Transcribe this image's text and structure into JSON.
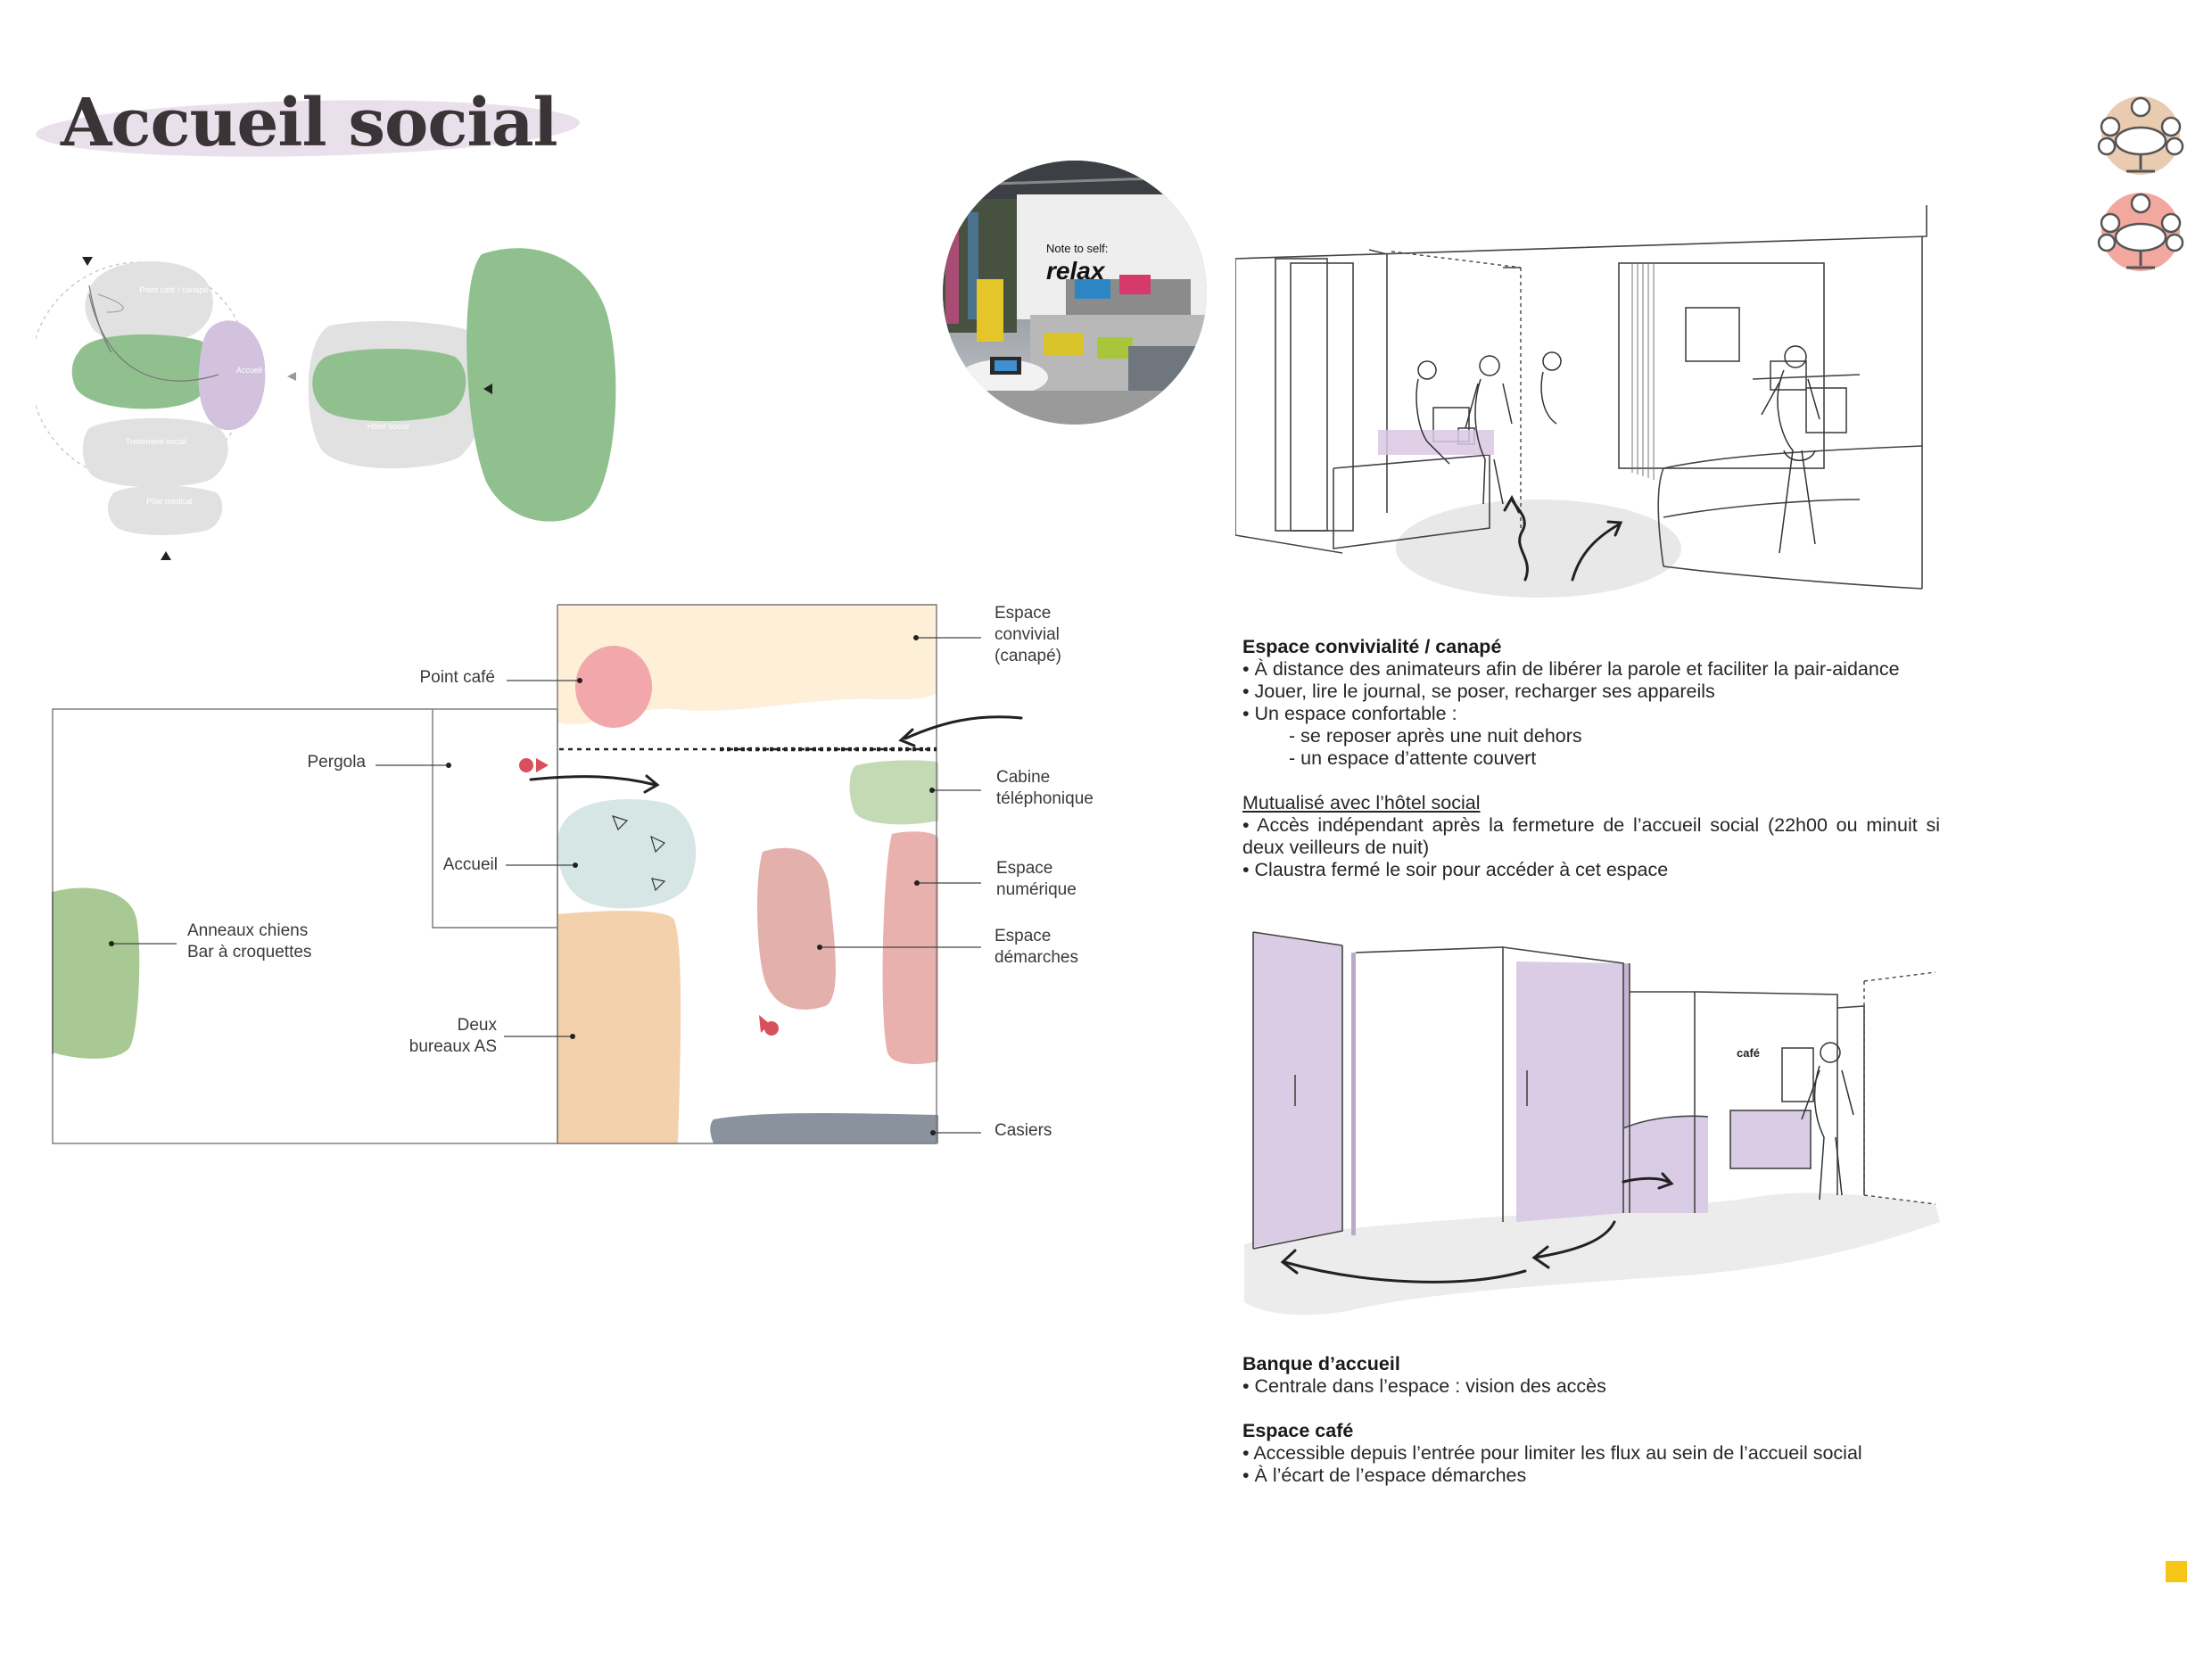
{
  "title": "Accueil social",
  "bubble_diagram": {
    "labels": [
      "Point café / canapé",
      "Accueil social",
      "Hôtel social",
      "Traitement social",
      "Pôle médical"
    ],
    "colors": {
      "green": "#8fc08e",
      "grey": "#e1e1e1",
      "purple": "#d2c2dd"
    }
  },
  "photo": {
    "wall_text_1": "Note to self:",
    "wall_text_2": "relax"
  },
  "plan": {
    "labels": {
      "point_cafe": "Point café",
      "pergola": "Pergola",
      "accueil": "Accueil",
      "anneaux": "Anneaux chiens\nBar à croquettes",
      "deux_bureaux": "Deux\nbureaux AS",
      "espace_convivial": "Espace\nconvivial\n(canapé)",
      "cabine": "Cabine\ntéléphonique",
      "espace_numerique": "Espace\nnumérique",
      "espace_demarches": "Espace\ndémarches",
      "casiers": "Casiers"
    },
    "zone_colors": {
      "convivial": "#fdefd8",
      "cafe": "#f2a7aa",
      "accueil": "#d5e6e4",
      "cabine": "#c3dab5",
      "numerique": "#e9b1ae",
      "demarches": "#e3b0ac",
      "bureaux": "#f3d1ac",
      "anneaux": "#a8c994",
      "casiers": "#8a929e",
      "marker": "#d9505c"
    }
  },
  "sketch_bottom": {
    "sign": "café"
  },
  "text_block_1": {
    "heading": "Espace convivialité / canapé",
    "bullets": [
      "• À distance des animateurs afin de libérer la parole et faciliter la pair-aidance",
      "• Jouer, lire le journal, se poser, recharger ses appareils",
      "• Un espace confortable :"
    ],
    "sub_bullets": [
      "- se reposer après une nuit dehors",
      "- un espace d’attente couvert"
    ],
    "subheading": "Mutualisé avec l’hôtel social",
    "bullets_2": [
      "• Accès indépendant après la fermeture de l’accueil social (22h00 ou minuit si deux veilleurs de nuit)",
      "• Claustra fermé le soir pour accéder à cet espace"
    ]
  },
  "text_block_2": {
    "heading_1": "Banque d’accueil",
    "bullets_1": [
      "• Centrale dans l’espace : vision des accès"
    ],
    "heading_2": "Espace café",
    "bullets_2": [
      "• Accessible depuis l’entrée pour limiter les flux au sein de l’accueil social",
      "• À l’écart de l’espace démarches"
    ]
  },
  "icons": [
    "meeting-table-beige-icon",
    "meeting-table-pink-icon"
  ],
  "corner_marker_color": "#f5c518"
}
